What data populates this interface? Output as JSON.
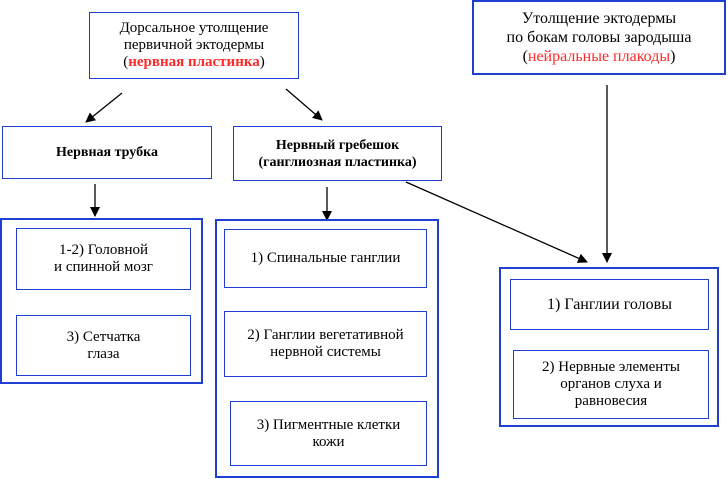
{
  "top_left": {
    "line1": "Дорсальное утолщение",
    "line2": "первичной эктодермы",
    "open_paren": "(",
    "highlight": "нервная пластинка",
    "close_paren": ")"
  },
  "top_right": {
    "line1": "Утолщение эктодермы",
    "line2": "по бокам головы зародыша",
    "open_paren": "(",
    "highlight": "нейральные плакоды",
    "close_paren": ")"
  },
  "neural_tube": {
    "title": "Нервная трубка",
    "items": [
      "1-2) Головной\nи спинной мозг",
      "3) Сетчатка\nглаза"
    ]
  },
  "neural_crest": {
    "title": "Нервный гребешок\n(ганглиозная пластинка)",
    "items": [
      "1) Спинальные ганглии",
      "2) Ганглии вегетативной\nнервной системы",
      "3) Пигментные клетки\nкожи"
    ]
  },
  "placode_derivatives": {
    "items": [
      "1) Ганглии головы",
      "2) Нервные элементы\nорганов слуха и\nравновесия"
    ]
  },
  "colors": {
    "border": "#1f3fd0",
    "highlight": "#ff2a2a"
  }
}
